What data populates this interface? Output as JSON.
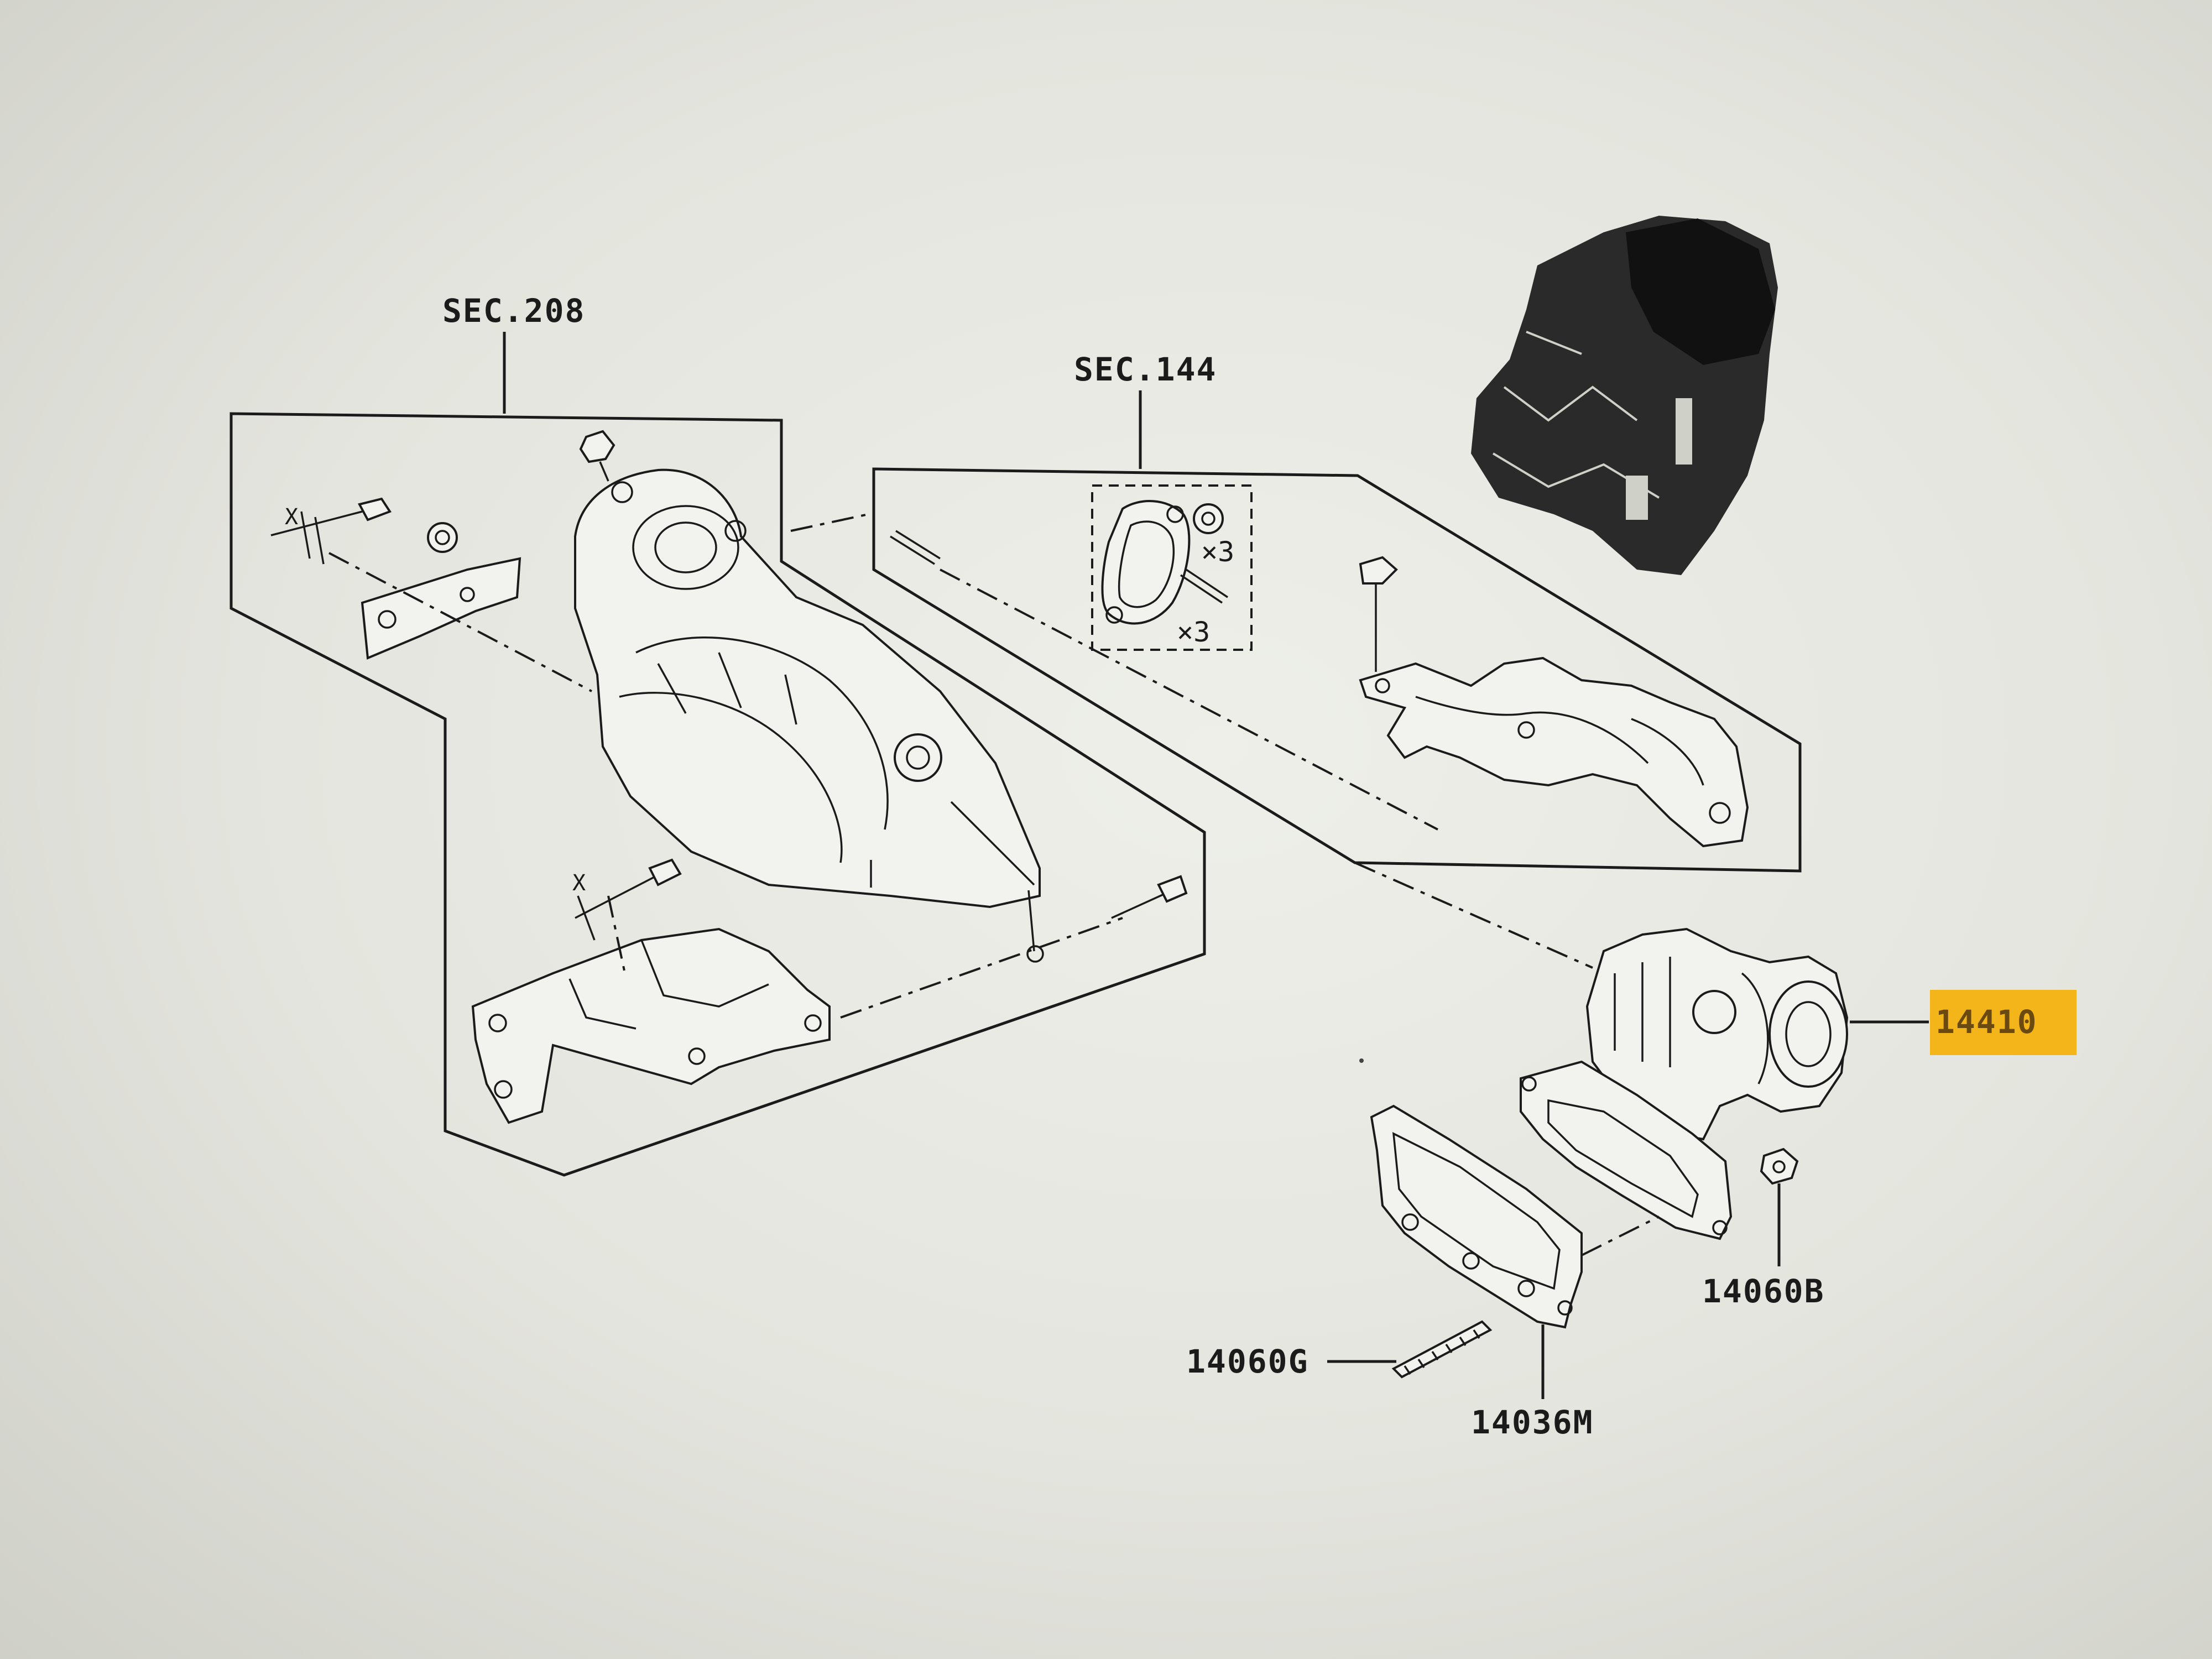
{
  "labels": {
    "sec_208": "SEC.208",
    "sec_144": "SEC.144",
    "qty_nut": "×3",
    "qty_stud": "×3",
    "x_mark_1": "X",
    "x_mark_2": "X",
    "part_14410": "14410",
    "part_14060b": "14060B",
    "part_14060g": "14060G",
    "part_14036m": "14036M"
  },
  "colors": {
    "highlight": "#f4b51a",
    "line": "#1b1b1b",
    "paper": "#e8e9e2"
  }
}
